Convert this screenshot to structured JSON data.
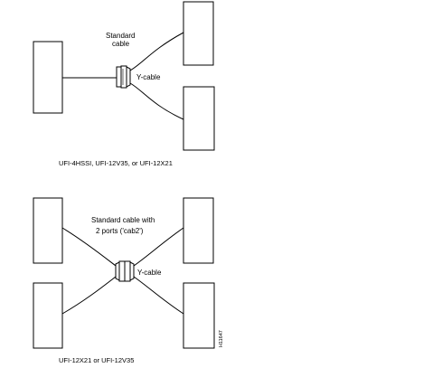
{
  "top": {
    "standard_cable_line1": "Standard",
    "standard_cable_line2": "cable",
    "y_cable": "Y-cable",
    "caption": "UFI-4HSSI, UFI-12V35, or UFI-12X21"
  },
  "bottom": {
    "standard_cable_line1": "Standard cable with",
    "standard_cable_line2": "2 ports ('cab2')",
    "y_cable": "Y-cable",
    "caption": "UFI-12X21 or UFI-12V35"
  },
  "figure_id": "H11647"
}
